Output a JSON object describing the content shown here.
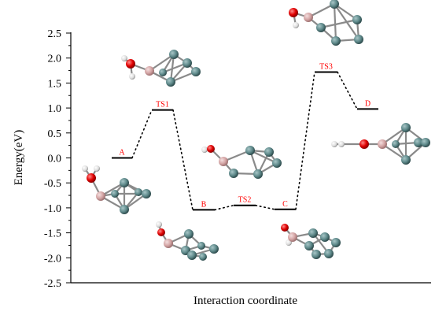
{
  "chart_data": {
    "type": "line",
    "ylabel": "Energy(eV)",
    "xlabel": "Interaction coordinate",
    "ylim": [
      -2.5,
      2.5
    ],
    "y_ticks": [
      "2.5",
      "2.0",
      "1.5",
      "1.0",
      "0.5",
      "0.0",
      "-0.5",
      "-1.0",
      "-1.5",
      "-2.0",
      "-2.5"
    ],
    "grid": false,
    "states": [
      {
        "label": "A",
        "energy": 0.0
      },
      {
        "label": "TS1",
        "energy": 0.96
      },
      {
        "label": "B",
        "energy": -1.04
      },
      {
        "label": "TS2",
        "energy": -0.95
      },
      {
        "label": "C",
        "energy": -1.03
      },
      {
        "label": "TS3",
        "energy": 1.72
      },
      {
        "label": "D",
        "energy": 0.98
      }
    ],
    "colors": {
      "axis": "#000000",
      "level": "#000000",
      "label": "#ff0000",
      "cage_atom": "#5f8a8b",
      "boron_atom": "#d4a5a5",
      "oxygen_atom": "#e00000",
      "hydrogen_atom": "#eeeeee"
    }
  }
}
